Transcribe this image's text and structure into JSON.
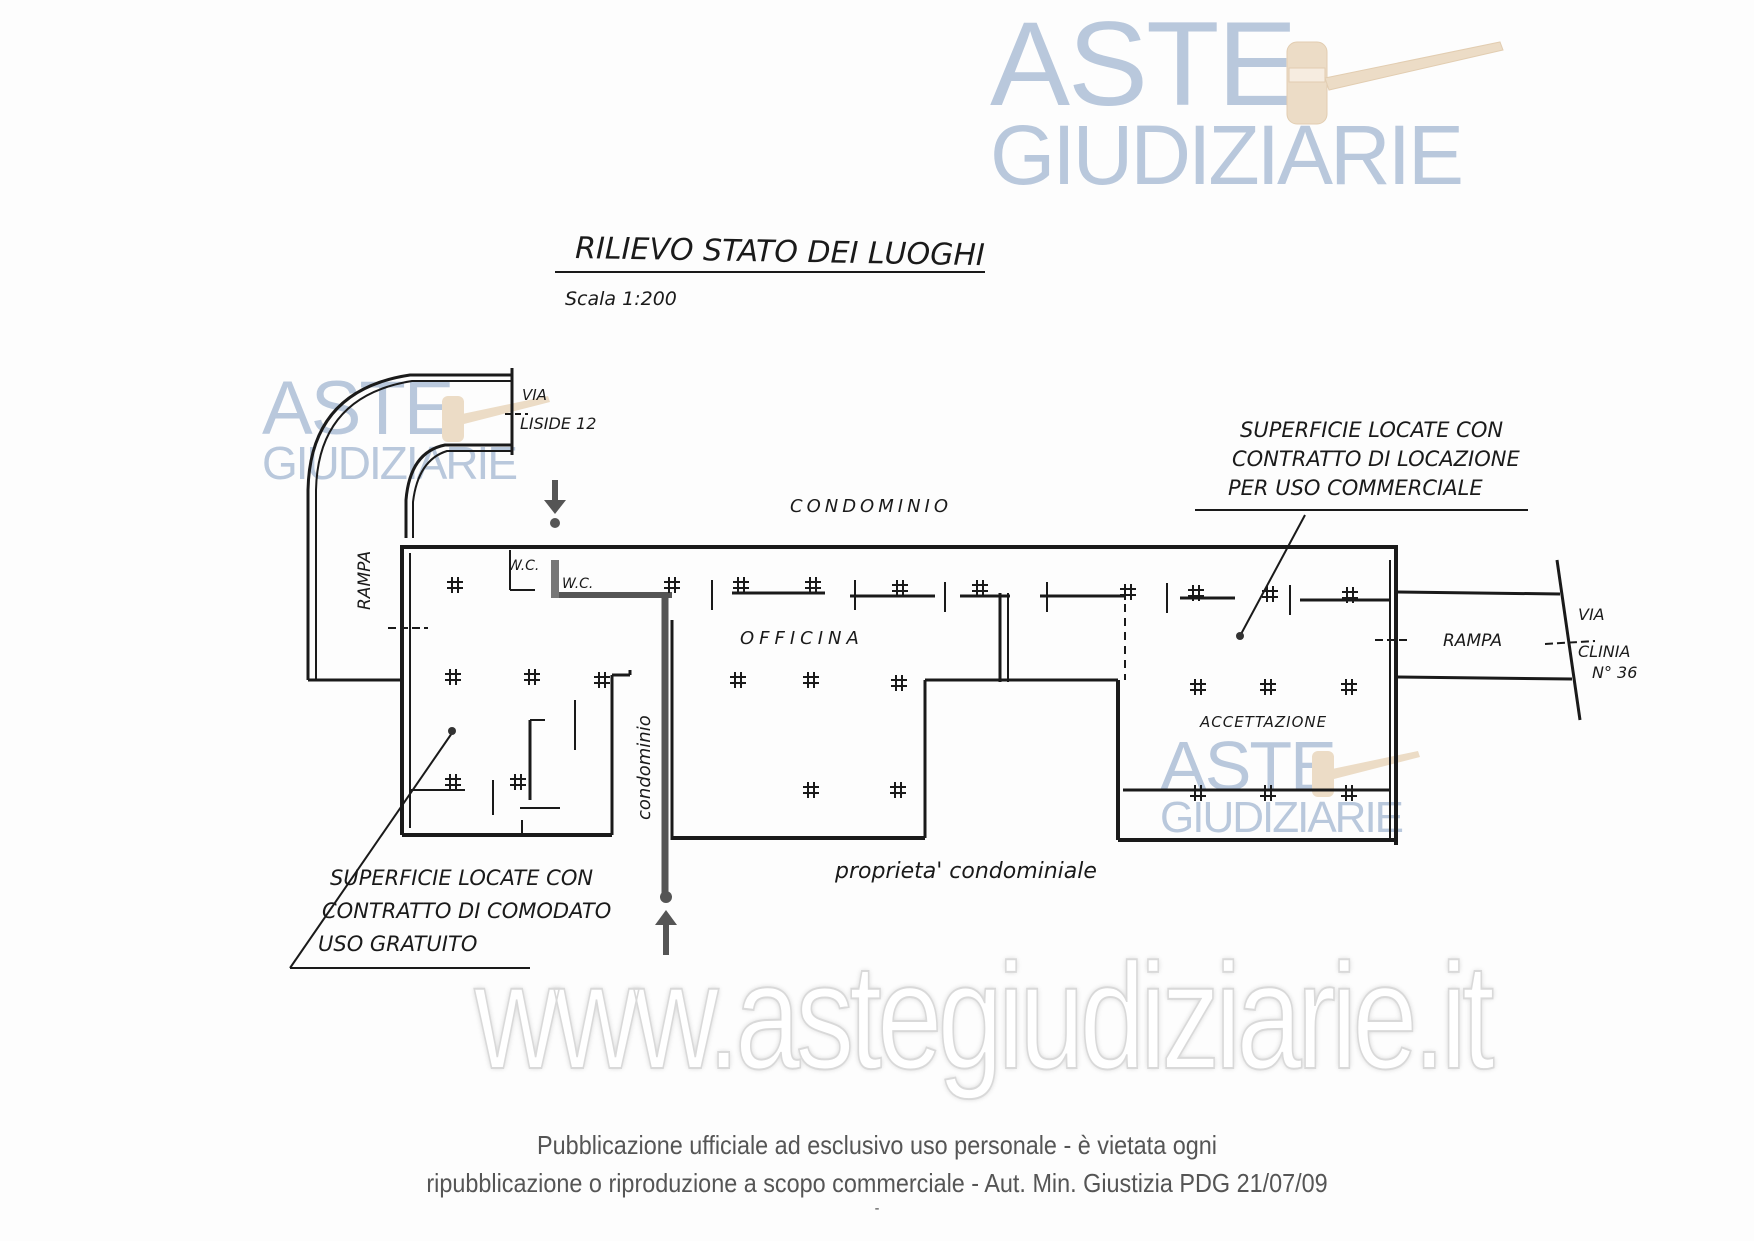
{
  "watermarks": {
    "logo_line1": "ASTE",
    "logo_line2": "GIUDIZIARIE",
    "url": "www.astegiudiziarie.it",
    "logo_text_color": "#b9c8dc",
    "gavel_color": "#e9d6bd"
  },
  "drawing": {
    "title": "RILIEVO STATO DEI LUOGHI",
    "scale": "Scala 1:200",
    "labels": {
      "condominio_top": "CONDOMINIO",
      "officina": "OFFICINA",
      "accettazione": "ACCETTAZIONE",
      "wc1": "W.C.",
      "wc2": "W.C.",
      "condominio_vertical": "condominio",
      "proprieta": "proprieta' condominiale",
      "rampa_left": "RAMPA",
      "rampa_right": "RAMPA",
      "via_left_1": "VIA",
      "via_left_2": "LISIDE 12",
      "via_right_1": "VIA",
      "via_right_2": "CLINIA",
      "via_right_3": "N° 36"
    },
    "notes": {
      "right_1": "SUPERFICIE LOCATE CON",
      "right_2": "CONTRATTO DI LOCAZIONE",
      "right_3": "PER USO COMMERCIALE",
      "left_1": "SUPERFICIE LOCATE CON",
      "left_2": "CONTRATTO DI COMODATO",
      "left_3": "USO GRATUITO"
    }
  },
  "footer": {
    "line1": "Pubblicazione ufficiale ad esclusivo uso personale - è vietata ogni",
    "line2": "ripubblicazione o riproduzione a scopo commerciale - Aut. Min. Giustizia PDG 21/07/09",
    "line3": "-"
  }
}
